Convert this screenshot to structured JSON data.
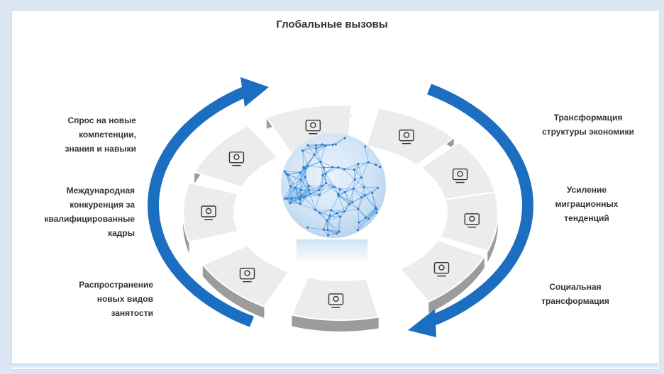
{
  "title": "Глобальные вызовы",
  "left_items": [
    {
      "lines": [
        "Спрос на новые",
        "компетенции,",
        "знания и навыки"
      ]
    },
    {
      "lines": [
        "Международная",
        "конкуренция за",
        "квалифицированные",
        "кадры"
      ]
    },
    {
      "lines": [
        "Распространение",
        "новых видов",
        "занятости"
      ]
    }
  ],
  "right_items": [
    {
      "lines": [
        "Трансформация",
        "структуры экономики"
      ]
    },
    {
      "lines": [
        "Усиление",
        "миграционных",
        "тенденций"
      ]
    },
    {
      "lines": [
        "Социальная",
        "трансформация"
      ]
    }
  ],
  "segment_icons": [
    "person-network-icon",
    "checklist-person-icon",
    "globe-factory-icon",
    "globe-people-icon",
    "gear-factory-icon",
    "home-office-icon",
    "crowd-icon",
    "worker-briefcase-icon",
    "people-screen-icon"
  ],
  "colors": {
    "arrow": "#1c6fc0",
    "segment": "#ececec",
    "segment_side": "#9c9c9c",
    "globe": "#5a9bd8",
    "text": "#333333"
  }
}
